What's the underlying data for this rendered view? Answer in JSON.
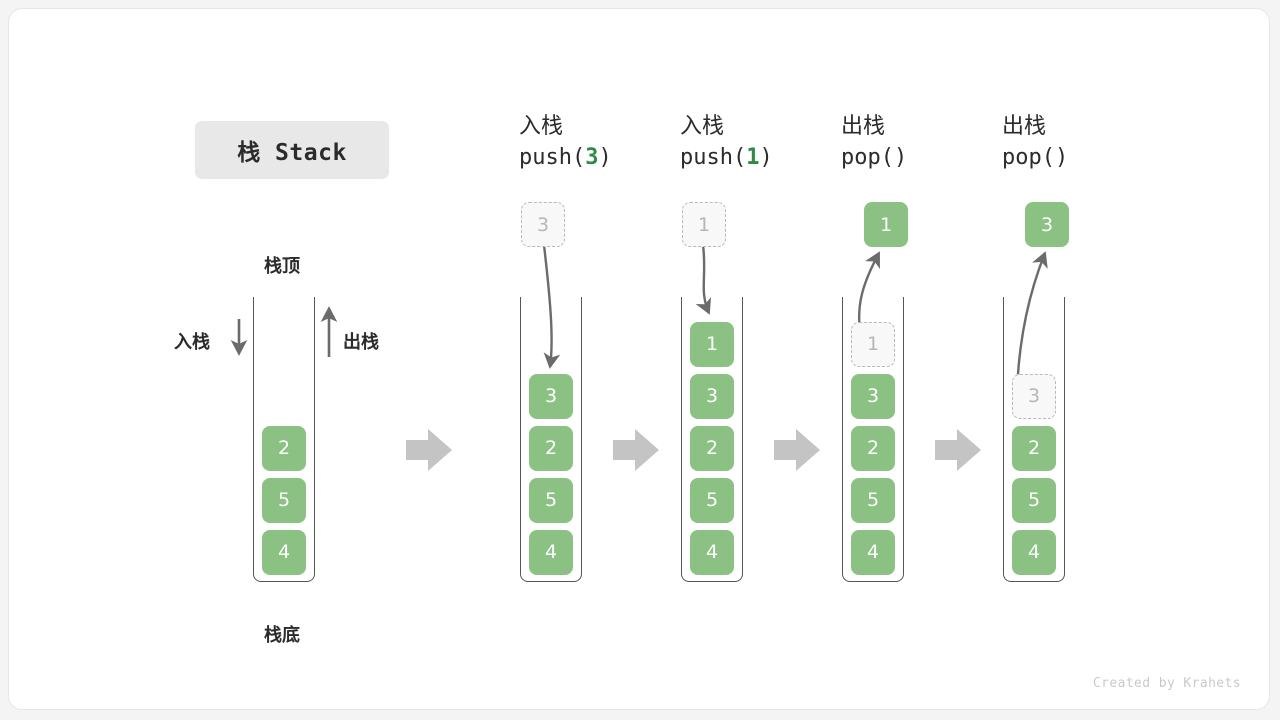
{
  "title_chip": {
    "label": "栈 Stack"
  },
  "labels": {
    "top": "栈顶",
    "bottom": "栈底",
    "push_side": "入栈",
    "pop_side": "出栈"
  },
  "footer": {
    "credit": "Created by Krahets"
  },
  "colors": {
    "element_green": "#8cc184",
    "ghost_fill": "#f8f8f8",
    "ghost_border": "#b9b9b9",
    "ghost_text": "#b6b6b6",
    "wall": "#555555",
    "arrow_gray": "#c4c4c4",
    "curve_arrow": "#6b6b6b",
    "chip_bg": "#e8e8e8",
    "code_number": "#2e8b47"
  },
  "columns": [
    {
      "id": "initial",
      "header_zh": "",
      "header_code_pre": "",
      "header_code_num": "",
      "header_code_post": "",
      "cells": [
        {
          "value": "2",
          "state": "solid"
        },
        {
          "value": "5",
          "state": "solid"
        },
        {
          "value": "4",
          "state": "solid"
        }
      ],
      "float_cell": null
    },
    {
      "id": "push-3",
      "header_zh": "入栈",
      "header_code_pre": "push(",
      "header_code_num": "3",
      "header_code_post": ")",
      "cells": [
        {
          "value": "3",
          "state": "solid"
        },
        {
          "value": "2",
          "state": "solid"
        },
        {
          "value": "5",
          "state": "solid"
        },
        {
          "value": "4",
          "state": "solid"
        }
      ],
      "float_cell": {
        "value": "3",
        "state": "ghost"
      }
    },
    {
      "id": "push-1",
      "header_zh": "入栈",
      "header_code_pre": "push(",
      "header_code_num": "1",
      "header_code_post": ")",
      "cells": [
        {
          "value": "1",
          "state": "solid"
        },
        {
          "value": "3",
          "state": "solid"
        },
        {
          "value": "2",
          "state": "solid"
        },
        {
          "value": "5",
          "state": "solid"
        },
        {
          "value": "4",
          "state": "solid"
        }
      ],
      "float_cell": {
        "value": "1",
        "state": "ghost"
      }
    },
    {
      "id": "pop-1",
      "header_zh": "出栈",
      "header_code_pre": "pop(",
      "header_code_num": "",
      "header_code_post": ")",
      "cells": [
        {
          "value": "1",
          "state": "ghost"
        },
        {
          "value": "3",
          "state": "solid"
        },
        {
          "value": "2",
          "state": "solid"
        },
        {
          "value": "5",
          "state": "solid"
        },
        {
          "value": "4",
          "state": "solid"
        }
      ],
      "float_cell": {
        "value": "1",
        "state": "solid"
      }
    },
    {
      "id": "pop-2",
      "header_zh": "出栈",
      "header_code_pre": "pop(",
      "header_code_num": "",
      "header_code_post": ")",
      "cells": [
        {
          "value": "3",
          "state": "ghost"
        },
        {
          "value": "2",
          "state": "solid"
        },
        {
          "value": "5",
          "state": "solid"
        },
        {
          "value": "4",
          "state": "solid"
        }
      ],
      "float_cell": {
        "value": "3",
        "state": "solid"
      }
    }
  ],
  "flow_arrows": {
    "count": 4,
    "glyph": "block-arrow-right"
  }
}
